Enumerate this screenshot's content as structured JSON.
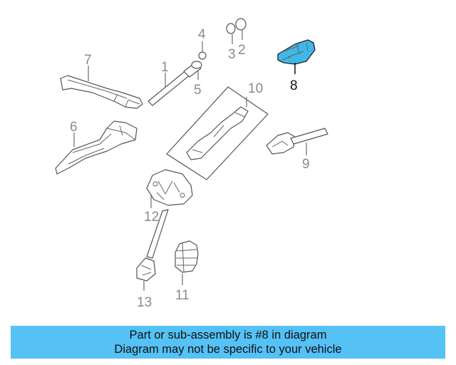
{
  "callouts": {
    "c1": "1",
    "c2": "2",
    "c3": "3",
    "c4": "4",
    "c5": "5",
    "c6": "6",
    "c7": "7",
    "c8": "8",
    "c9": "9",
    "c10": "10",
    "c11": "11",
    "c12": "12",
    "c13": "13"
  },
  "highlighted_part": "8",
  "colors": {
    "highlight_fill": "#3fb7e8",
    "caption_background": "#55c1f5",
    "part_stroke": "#555555",
    "callout_text": "#8a8a8a"
  },
  "caption": {
    "line1": "Part or sub-assembly is #8 in diagram",
    "line2": "Diagram may not be specific to your vehicle"
  }
}
